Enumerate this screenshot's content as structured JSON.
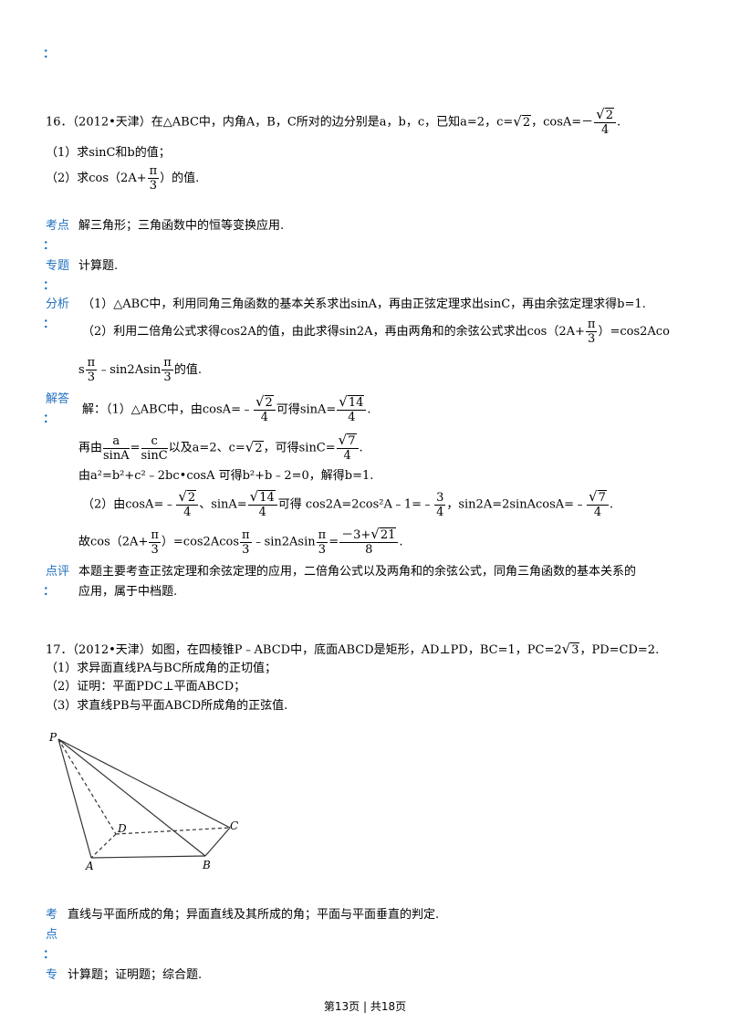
{
  "top_colon": "：",
  "q16": {
    "stem_prefix": "16．（2012•天津）在△ABC中，内角A，B，C所对的边分别是a，b，c，已知a=2，c=",
    "stem_rad": "2",
    "stem_mid": "，cosA=－",
    "cosA_num": "2",
    "cosA_den": "4",
    "stem_end": ".",
    "part1": "（1）求sinC和b的值；",
    "part2_prefix": "（2）求cos（2A+",
    "pi": "π",
    "three": "3",
    "part2_suffix": "）的值."
  },
  "labels": {
    "kaodian": "考点",
    "zhuanti": "专题",
    "fenxi": "分析",
    "jieda": "解答",
    "dianping": "点评",
    "kao": "考",
    "dian": "点",
    "zhuan": "专",
    "colon": "："
  },
  "a16": {
    "kaodian": "解三角形；三角函数中的恒等变换应用.",
    "zhuanti": "计算题.",
    "fenxi_1": "（1）△ABC中，利用同角三角函数的基本关系求出sinA，再由正弦定理求出sinC，再由余弦定理求得b=1.",
    "fenxi_2a": "（2）利用二倍角公式求得cos2A的值，由此求得sin2A，再由两角和的余弦公式求出cos（2A+",
    "fenxi_2b": "）=cos2Aco",
    "fenxi_3a": "s",
    "fenxi_3b": "﹣sin2Asin",
    "fenxi_3c": "的值.",
    "jie_1a": "解：（1）△ABC中，由cosA=﹣",
    "jie_1b": "可得sinA=",
    "rad14": "14",
    "jie_2a": "再由",
    "a_txt": "a",
    "sinA_txt": "sinA",
    "c_txt": "c",
    "sinC_txt": "sinC",
    "jie_2b": "以及a=2、c=",
    "jie_2c": "，可得sinC=",
    "rad7": "7",
    "jie_3": "由a²=b²+c²﹣2bc•cosA 可得b²+b﹣2=0，解得b=1.",
    "jie_4a": "（2）由cosA=﹣",
    "jie_4b": "、sinA=",
    "jie_4c": "可得 cos2A=2cos²A﹣1=﹣",
    "three_num": "3",
    "jie_4d": "，sin2A=2sinAcosA=﹣",
    "jie_5a": "故cos（2A+",
    "jie_5b": "）=cos2Acos",
    "jie_5c": "﹣sin2Asin",
    "jie_5d": "=",
    "res_num": "－3+",
    "rad21": "21",
    "res_den": "8",
    "dianping_1": "本题主要考查正弦定理和余弦定理的应用，二倍角公式以及两角和的余弦公式，同角三角函数的基本关系的",
    "dianping_2": "应用，属于中档题."
  },
  "q17": {
    "stem_a": "17．（2012•天津）如图，在四棱锥P﹣ABCD中，底面ABCD是矩形，AD⊥PD，BC=1，PC=2",
    "stem_rad": "3",
    "stem_b": "，PD=CD=2.",
    "part1": "（1）求异面直线PA与BC所成角的正切值；",
    "part2": "（2）证明：平面PDC⊥平面ABCD；",
    "part3": "（3）求直线PB与平面ABCD所成角的正弦值.",
    "fig_P": "P",
    "fig_D": "D",
    "fig_C": "C",
    "fig_A": "A",
    "fig_B": "B",
    "kaodian": "直线与平面所成的角；异面直线及其所成的角；平面与平面垂直的判定.",
    "zhuanti": "计算题；证明题；综合题."
  },
  "footer": {
    "text": "第13页 | 共18页"
  }
}
